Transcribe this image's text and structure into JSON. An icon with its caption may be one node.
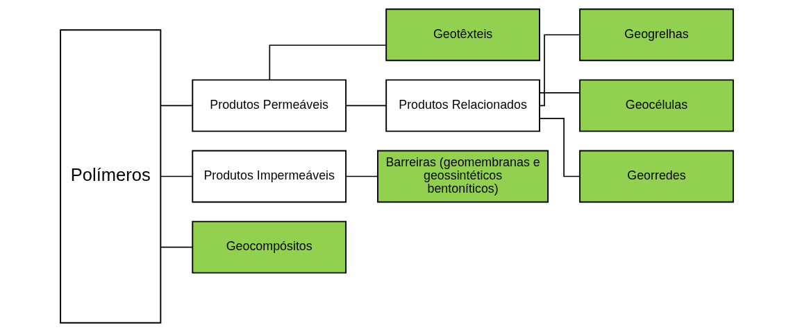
{
  "diagram": {
    "nodes": [
      {
        "text": [
          "Polímeros"
        ]
      },
      {
        "text": [
          "Produtos Permeáveis"
        ]
      },
      {
        "text": [
          "Produtos Impermeáveis"
        ]
      },
      {
        "text": [
          "Geocompósitos"
        ]
      },
      {
        "text": [
          "Geotêxteis"
        ]
      },
      {
        "text": [
          "Produtos Relacionados"
        ]
      },
      {
        "text": [
          "Barreiras (geomembranas e geossintéticos bentoníticos)"
        ]
      },
      {
        "text": [
          "Geogrelhas"
        ]
      },
      {
        "text": [
          "Geocélulas"
        ]
      },
      {
        "text": [
          "Georredes"
        ]
      }
    ],
    "edges": [
      {
        "from": 0,
        "to": 1,
        "arrow": "none"
      },
      {
        "from": 0,
        "to": 2,
        "arrow": "none"
      },
      {
        "from": 0,
        "to": 3,
        "arrow": "none"
      },
      {
        "from": 1,
        "to": 4,
        "arrow": "none"
      },
      {
        "from": 1,
        "to": 5,
        "arrow": "none"
      },
      {
        "from": 2,
        "to": 6,
        "arrow": "none"
      },
      {
        "from": 5,
        "to": 7,
        "arrow": "none"
      },
      {
        "from": 5,
        "to": 8,
        "arrow": "none"
      },
      {
        "from": 5,
        "to": 9,
        "arrow": "none"
      }
    ]
  }
}
